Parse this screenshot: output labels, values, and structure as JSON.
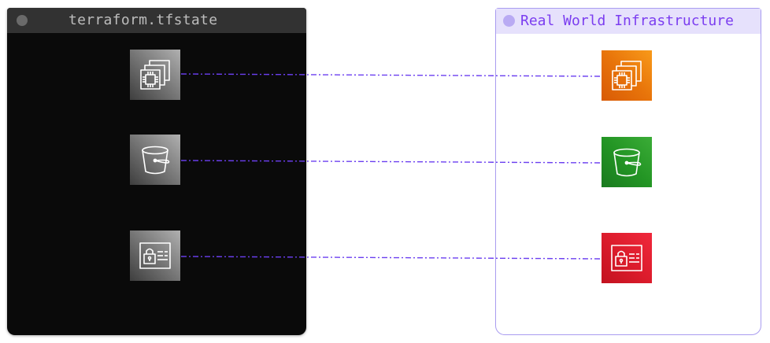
{
  "state_panel": {
    "title": "terraform.tfstate"
  },
  "infra_panel": {
    "title": "Real World Infrastructure"
  },
  "resources": [
    {
      "kind": "ec2",
      "icon": "ec2-instance-icon",
      "real_color": "#ED7100"
    },
    {
      "kind": "s3",
      "icon": "s3-bucket-icon",
      "real_color": "#3F8624"
    },
    {
      "kind": "iam",
      "icon": "iam-identity-icon",
      "real_color": "#DD344C"
    }
  ],
  "colors": {
    "link_line": "#6b3ff0",
    "state_panel_bg": "#0a0a0a",
    "infra_border": "#a99cf0",
    "infra_header_bg": "#e6e1fc",
    "infra_title": "#7b3df0"
  }
}
